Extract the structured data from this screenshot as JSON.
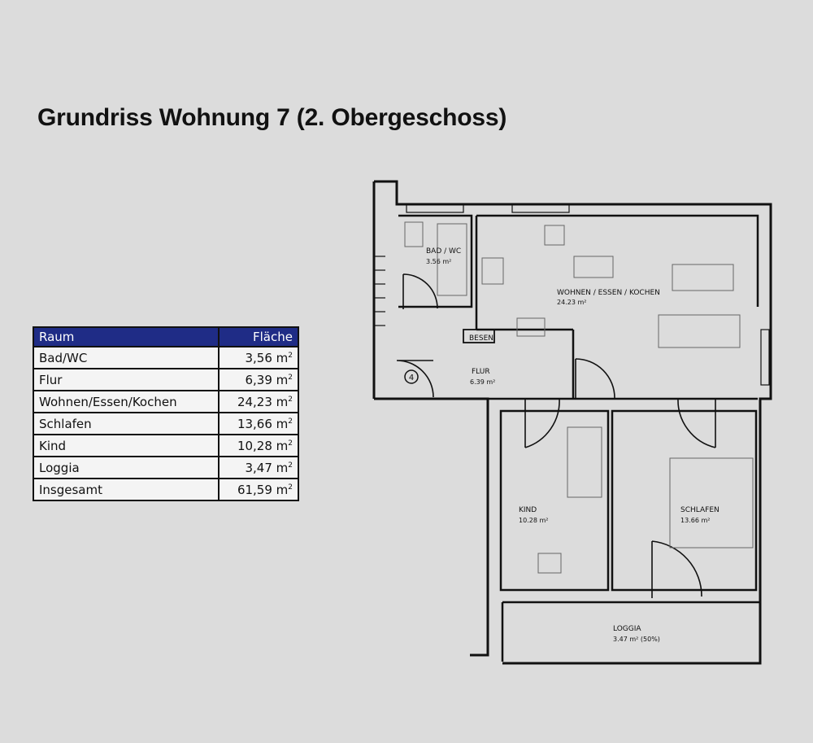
{
  "title": "Grundriss Wohnung 7 (2. Obergeschoss)",
  "table": {
    "headers": {
      "room": "Raum",
      "area": "Fläche"
    },
    "rows": [
      {
        "room": "Bad/WC",
        "area": "3,56 m",
        "sup": "2"
      },
      {
        "room": "Flur",
        "area": "6,39 m",
        "sup": "2"
      },
      {
        "room": "Wohnen/Essen/Kochen",
        "area": "24,23 m",
        "sup": "2"
      },
      {
        "room": "Schlafen",
        "area": "13,66 m",
        "sup": "2"
      },
      {
        "room": "Kind",
        "area": "10,28 m",
        "sup": "2"
      },
      {
        "room": "Loggia",
        "area": "3,47 m",
        "sup": "2"
      },
      {
        "room": "Insgesamt",
        "area": "61,59 m",
        "sup": "2"
      }
    ]
  },
  "plan": {
    "bad": {
      "name": "BAD / WC",
      "area": "3.56 m²"
    },
    "wohnen": {
      "name": "WOHNEN / ESSEN / KOCHEN",
      "area": "24.23 m²"
    },
    "besen": {
      "name": "BESEN"
    },
    "flur": {
      "name": "FLUR",
      "area": "6.39 m²"
    },
    "entry_number": "4",
    "kind": {
      "name": "KIND",
      "area": "10.28 m²"
    },
    "schlafen": {
      "name": "SCHLAFEN",
      "area": "13.66 m²"
    },
    "loggia": {
      "name": "LOGGIA",
      "area": "3.47 m² (50%)"
    }
  }
}
